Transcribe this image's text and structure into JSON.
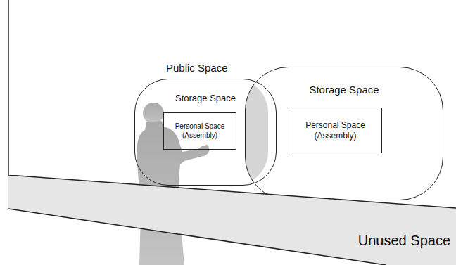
{
  "diagram": {
    "nodes": [
      {
        "text": [
          "Storage Space"
        ]
      },
      {
        "text": [
          "Personal Space (Assembly)"
        ],
        "in": 0
      },
      {
        "text": [
          "Storage Space"
        ]
      },
      {
        "text": [
          "Personal Space (Assembly)"
        ],
        "in": 2
      },
      {
        "text": [
          "Unused Space"
        ]
      }
    ],
    "labels": [
      "Public Space"
    ]
  }
}
